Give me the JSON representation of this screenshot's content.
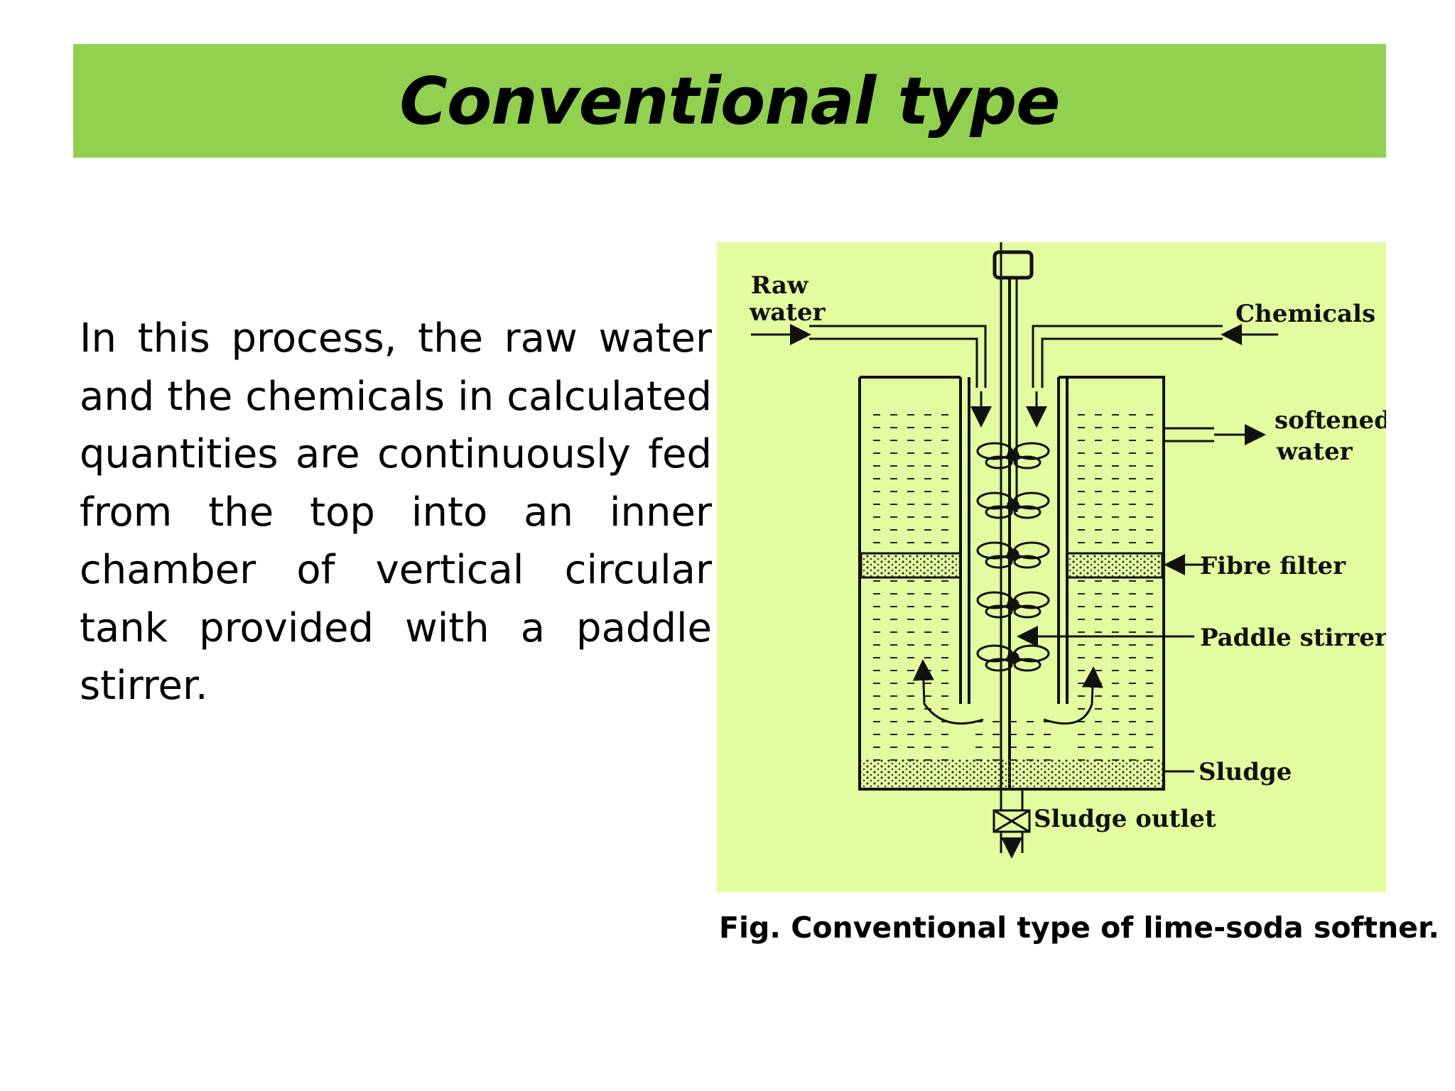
{
  "slide": {
    "title": "Conventional type",
    "paragraph": "In this process, the raw water and the chemicals in calculated quantities are continuously fed from the top into an inner chamber of vertical circular tank provided with a paddle stirrer."
  },
  "figure": {
    "labels": {
      "raw_water_1": "Raw",
      "raw_water_2": "water",
      "chemicals": "Chemicals",
      "softened_1": "softened",
      "softened_2": "water",
      "fibre_filter": "Fibre filter",
      "paddle_stirrer": "Paddle stirrer",
      "sludge": "Sludge",
      "sludge_outlet": "Sludge outlet"
    },
    "caption": "Fig. Conventional type of lime-soda softner.",
    "colors": {
      "background": "#e2fc9f",
      "ink": "#111111"
    }
  },
  "colors": {
    "title_bar": "#92d050"
  }
}
